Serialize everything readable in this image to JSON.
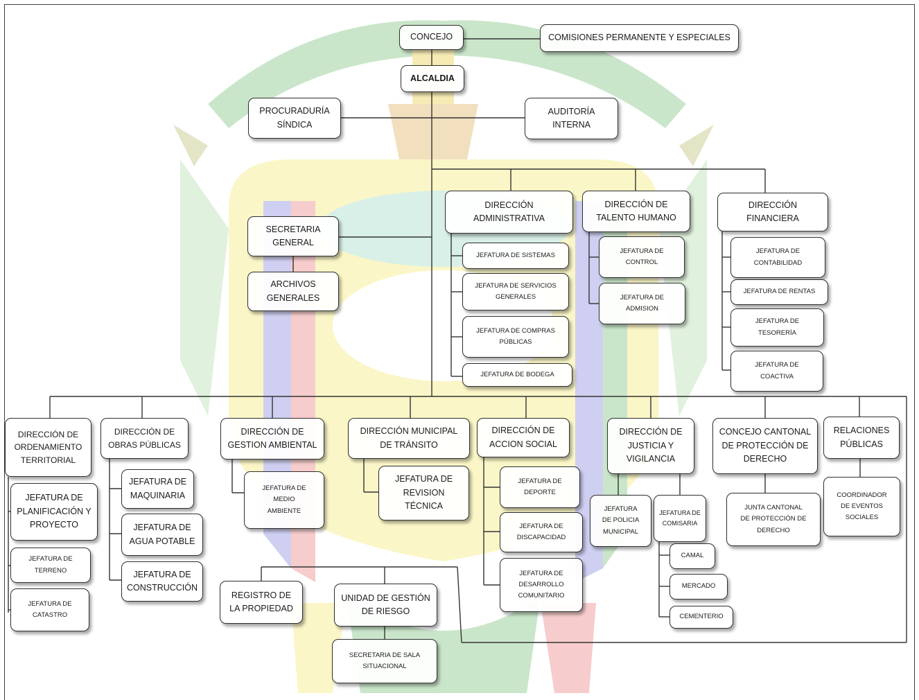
{
  "diagram": {
    "nodes": {
      "concejo": "CONCEJO",
      "comisiones": "COMISIONES PERMANENTE Y ESPECIALES",
      "alcaldia": "ALCALDIA",
      "procuraduria": "PROCURADURÍA\nSÍNDICA",
      "auditoria": "AUDITORÍA\nINTERNA",
      "secretaria_general": "SECRETARIA\nGENERAL",
      "archivos_generales": "ARCHIVOS\nGENERALES",
      "dir_administrativa": "DIRECCIÓN\nADMINISTRATIVA",
      "jef_sistemas": "JEFATURA DE SISTEMAS",
      "jef_servicios_generales": "JEFATURA DE SERVICIOS\nGENERALES",
      "jef_compras_publicas": "JEFATURA DE COMPRAS\nPÚBLICAS",
      "jef_bodega": "JEFATURA DE BODEGA",
      "dir_talento_humano": "DIRECCIÓN DE\nTALENTO HUMANO",
      "jef_control": "JEFATURA DE\nCONTROL",
      "jef_admision": "JEFATURA DE\nADMISION",
      "dir_financiera": "DIRECCIÓN\nFINANCIERA",
      "jef_contabilidad": "JEFATURA DE\nCONTABILIDAD",
      "jef_rentas": "JEFATURA DE RENTAS",
      "jef_tesoreria": "JEFATURA DE\nTESORERÍA",
      "jef_coactiva": "JEFATURA DE\nCOACTIVA",
      "dir_ordenamiento": "DIRECCIÓN DE\nORDENAMIENTO\nTERRITORIAL",
      "jef_planificacion": "JEFATURA DE\nPLANIFICACIÓN Y\nPROYECTO",
      "jef_terreno": "JEFATURA DE\nTERRENO",
      "jef_catastro": "JEFATURA DE\nCATASTRO",
      "dir_obras_publicas": "DIRECCIÓN DE\nOBRAS PÚBLICAS",
      "jef_maquinaria": "JEFATURA DE\nMAQUINARIA",
      "jef_agua_potable": "JEFATURA DE\nAGUA POTABLE",
      "jef_construccion": "JEFATURA DE\nCONSTRUCCIÓN",
      "dir_gestion_ambiental": "DIRECCIÓN DE\nGESTION AMBIENTAL",
      "jef_medio_ambiente": "JEFATURA  DE\nMEDIO\nAMBIENTE",
      "dir_transito": "DIRECCIÓN MUNICIPAL\nDE TRÁNSITO",
      "jef_revision_tecnica": "JEFATURA DE\nREVISION\nTÉCNICA",
      "dir_accion_social": "DIRECCIÓN DE\nACCION SOCIAL",
      "jef_deporte": "JEFATURA DE\nDEPORTE",
      "jef_discapacidad": "JEFATURA DE\nDISCAPACIDAD",
      "jef_desarrollo_comunitario": "JEFATURA DE\nDESARROLLO\nCOMUNITARIO",
      "dir_justicia": "DIRECCIÓN DE\nJUSTICIA Y\nVIGILANCIA",
      "jef_policia": "JEFATURA\nDE POLICIA\nMUNICIPAL",
      "jef_comisaria": "JEFATURA DE\nCOMISARIA",
      "camal": "CAMAL",
      "mercado": "MERCADO",
      "cementerio": "CEMENTERIO",
      "concejo_cantonal": "CONCEJO CANTONAL\nDE PROTECCIÓN DE\nDERECHO",
      "junta_cantonal": "JUNTA CANTONAL\nDE PROTECCIÓN DE\nDERECHO",
      "relaciones_publicas": "RELACIONES\nPÚBLICAS",
      "coordinador_eventos": "COORDINADOR\nDE EVENTOS\nSOCIALES",
      "registro_propiedad": "REGISTRO DE\nLA PROPIEDAD",
      "unidad_gestion_riesgo": "UNIDAD DE GESTIÓN\nDE RIESGO",
      "secretaria_sala": "SECRETARIA DE SALA\nSITUACIONAL"
    },
    "colors": {
      "line": "#333333",
      "box_border": "#2e2e2e",
      "watermark_green": "#9fd39f",
      "watermark_yellow": "#f7ef9a",
      "watermark_red": "#f2a3a3",
      "watermark_blue": "#a7a9e6"
    }
  }
}
